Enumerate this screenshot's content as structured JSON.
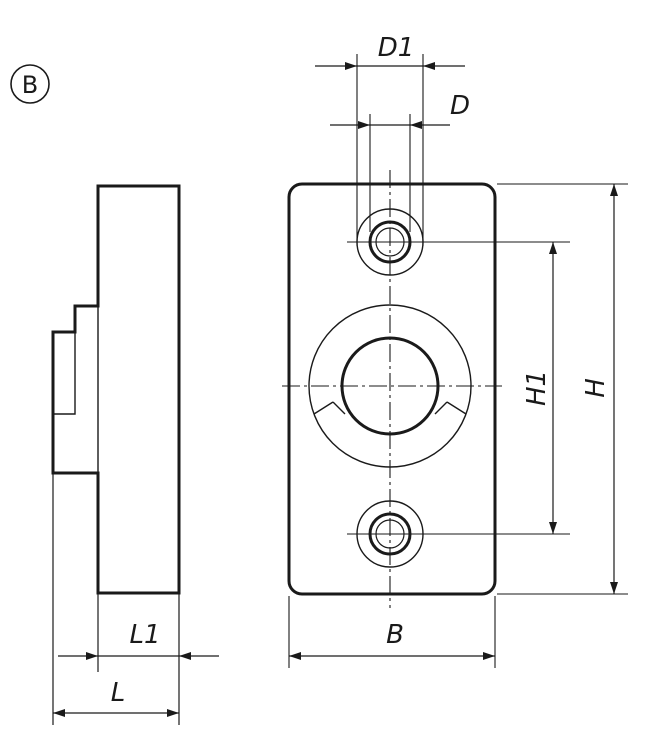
{
  "view_label": "B",
  "dimensions": {
    "D1": "D1",
    "D": "D",
    "H1": "H1",
    "H": "H",
    "B": "B",
    "L1": "L1",
    "L": "L"
  },
  "colors": {
    "ink": "#1a1a1a",
    "background": "#ffffff"
  }
}
